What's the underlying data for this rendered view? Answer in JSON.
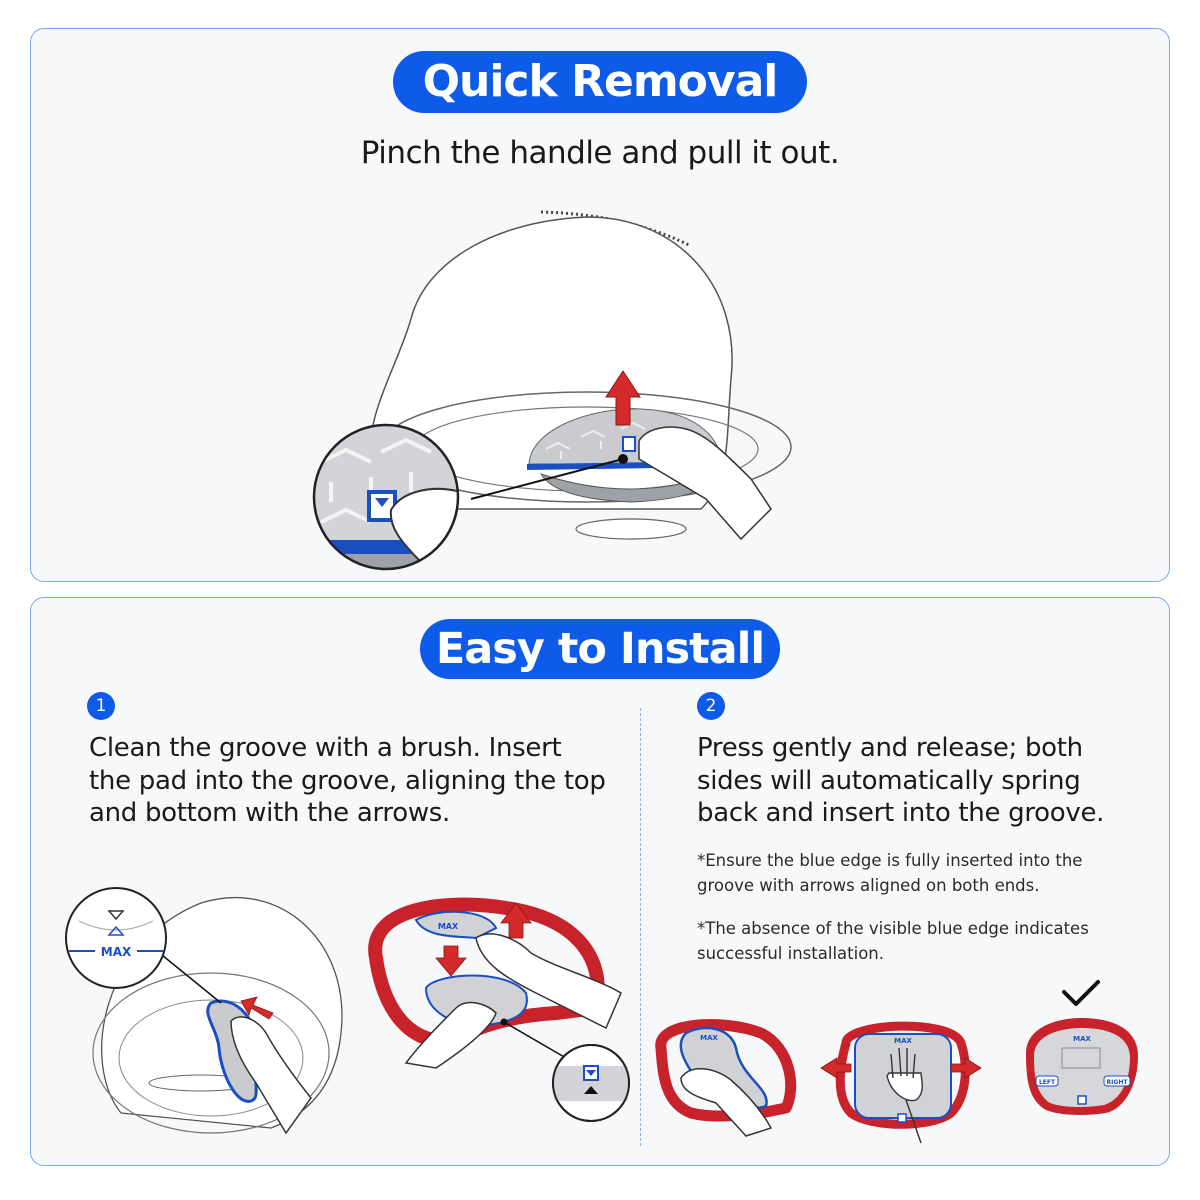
{
  "removal": {
    "title": "Quick Removal",
    "subtitle": "Pinch the handle and pull it out."
  },
  "install": {
    "title": "Easy to Install",
    "step1": {
      "number": "1",
      "text": "Clean the groove with a brush. Insert the pad into the groove, aligning the top and bottom with the arrows.",
      "badge_label": "MAX"
    },
    "step2": {
      "number": "2",
      "text": "Press gently and release; both sides will automatically spring back and insert into the groove.",
      "note1": "*Ensure the blue edge is fully inserted into the groove with arrows aligned on both ends.",
      "note2": "*The absence of the visible blue edge indicates successful installation.",
      "label_max": "MAX",
      "label_left": "LEFT",
      "label_right": "RIGHT"
    }
  },
  "colors": {
    "brand_blue": "#0d5be8",
    "pad_red": "#c8222a",
    "arrow_red": "#d42a2a",
    "panel_border": "#7ba6f5"
  }
}
